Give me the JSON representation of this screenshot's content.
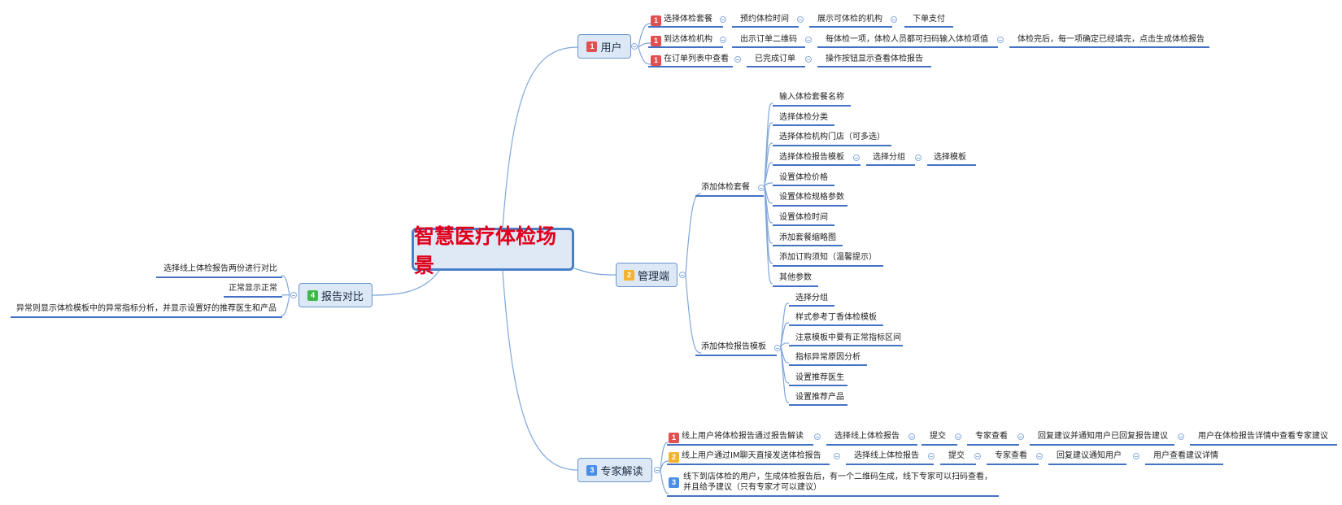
{
  "root_title": "智慧医疗体检场景",
  "user": {
    "label": "用户",
    "badge": "1",
    "rows": [
      [
        "选择体检套餐",
        "预约体检时间",
        "展示可体检的机构",
        "下单支付"
      ],
      [
        "到达体检机构",
        "出示订单二维码",
        "每体检一项，体检人员都可扫码输入体检项值",
        "体检完后，每一项确定已经填完，点击生成体检报告"
      ],
      [
        "在订单列表中查看",
        "已完成订单",
        "操作按钮显示查看体检报告"
      ]
    ],
    "row_badges": [
      "1",
      "1",
      "1"
    ]
  },
  "admin": {
    "label": "管理端",
    "badge": "2",
    "package": {
      "label": "添加体检套餐",
      "items": [
        "输入体检套餐名称",
        "选择体检分类",
        "选择体检机构门店（可多选）",
        "选择体检报告模板",
        "设置体检价格",
        "设置体检规格参数",
        "设置体检时间",
        "添加套餐缩略图",
        "添加订购须知（温馨提示）",
        "其他参数"
      ],
      "template_chain": [
        "选择分组",
        "选择模板"
      ]
    },
    "report_template": {
      "label": "添加体检报告模板",
      "items": [
        "选择分组",
        "样式参考丁香体检模板",
        "注意模板中要有正常指标区间",
        "指标异常原因分析",
        "设置推荐医生",
        "设置推荐产品"
      ]
    }
  },
  "expert": {
    "label": "专家解读",
    "badge": "3",
    "rows": [
      [
        "线上用户将体检报告通过报告解读",
        "选择线上体检报告",
        "提交",
        "专家查看",
        "回复建议并通知用户已回复报告建议",
        "用户在体检报告详情中查看专家建议"
      ],
      [
        "线上用户通过IM聊天直接发送体检报告",
        "选择线上体检报告",
        "提交",
        "专家查看",
        "回复建议通知用户",
        "用户查看建议详情"
      ]
    ],
    "row_badges": [
      "1",
      "2",
      "3"
    ],
    "offline_text": "线下到店体检的用户，生成体检报告后，有一个二维码生成，线下专家可以扫码查看，并且给予建议（只有专家才可以建议）"
  },
  "compare": {
    "label": "报告对比",
    "badge": "4",
    "items": [
      "选择线上体检报告两份进行对比",
      "正常显示正常",
      "异常则显示体检模板中的异常指标分析，并显示设置好的推荐医生和产品"
    ]
  },
  "colors": {
    "root_text": "#e0001b",
    "node_fill": "#dde8f6",
    "node_border": "#6a96cc",
    "connector": "#7fa7dc",
    "underline": "#4472c4",
    "badge1": "#e05050",
    "badge2": "#f2b42e",
    "badge3": "#4a8ee6",
    "badge4": "#3fb84a"
  },
  "icons": {
    "collapse": "collapse-circle-icon",
    "priority": "priority-number-icon"
  }
}
